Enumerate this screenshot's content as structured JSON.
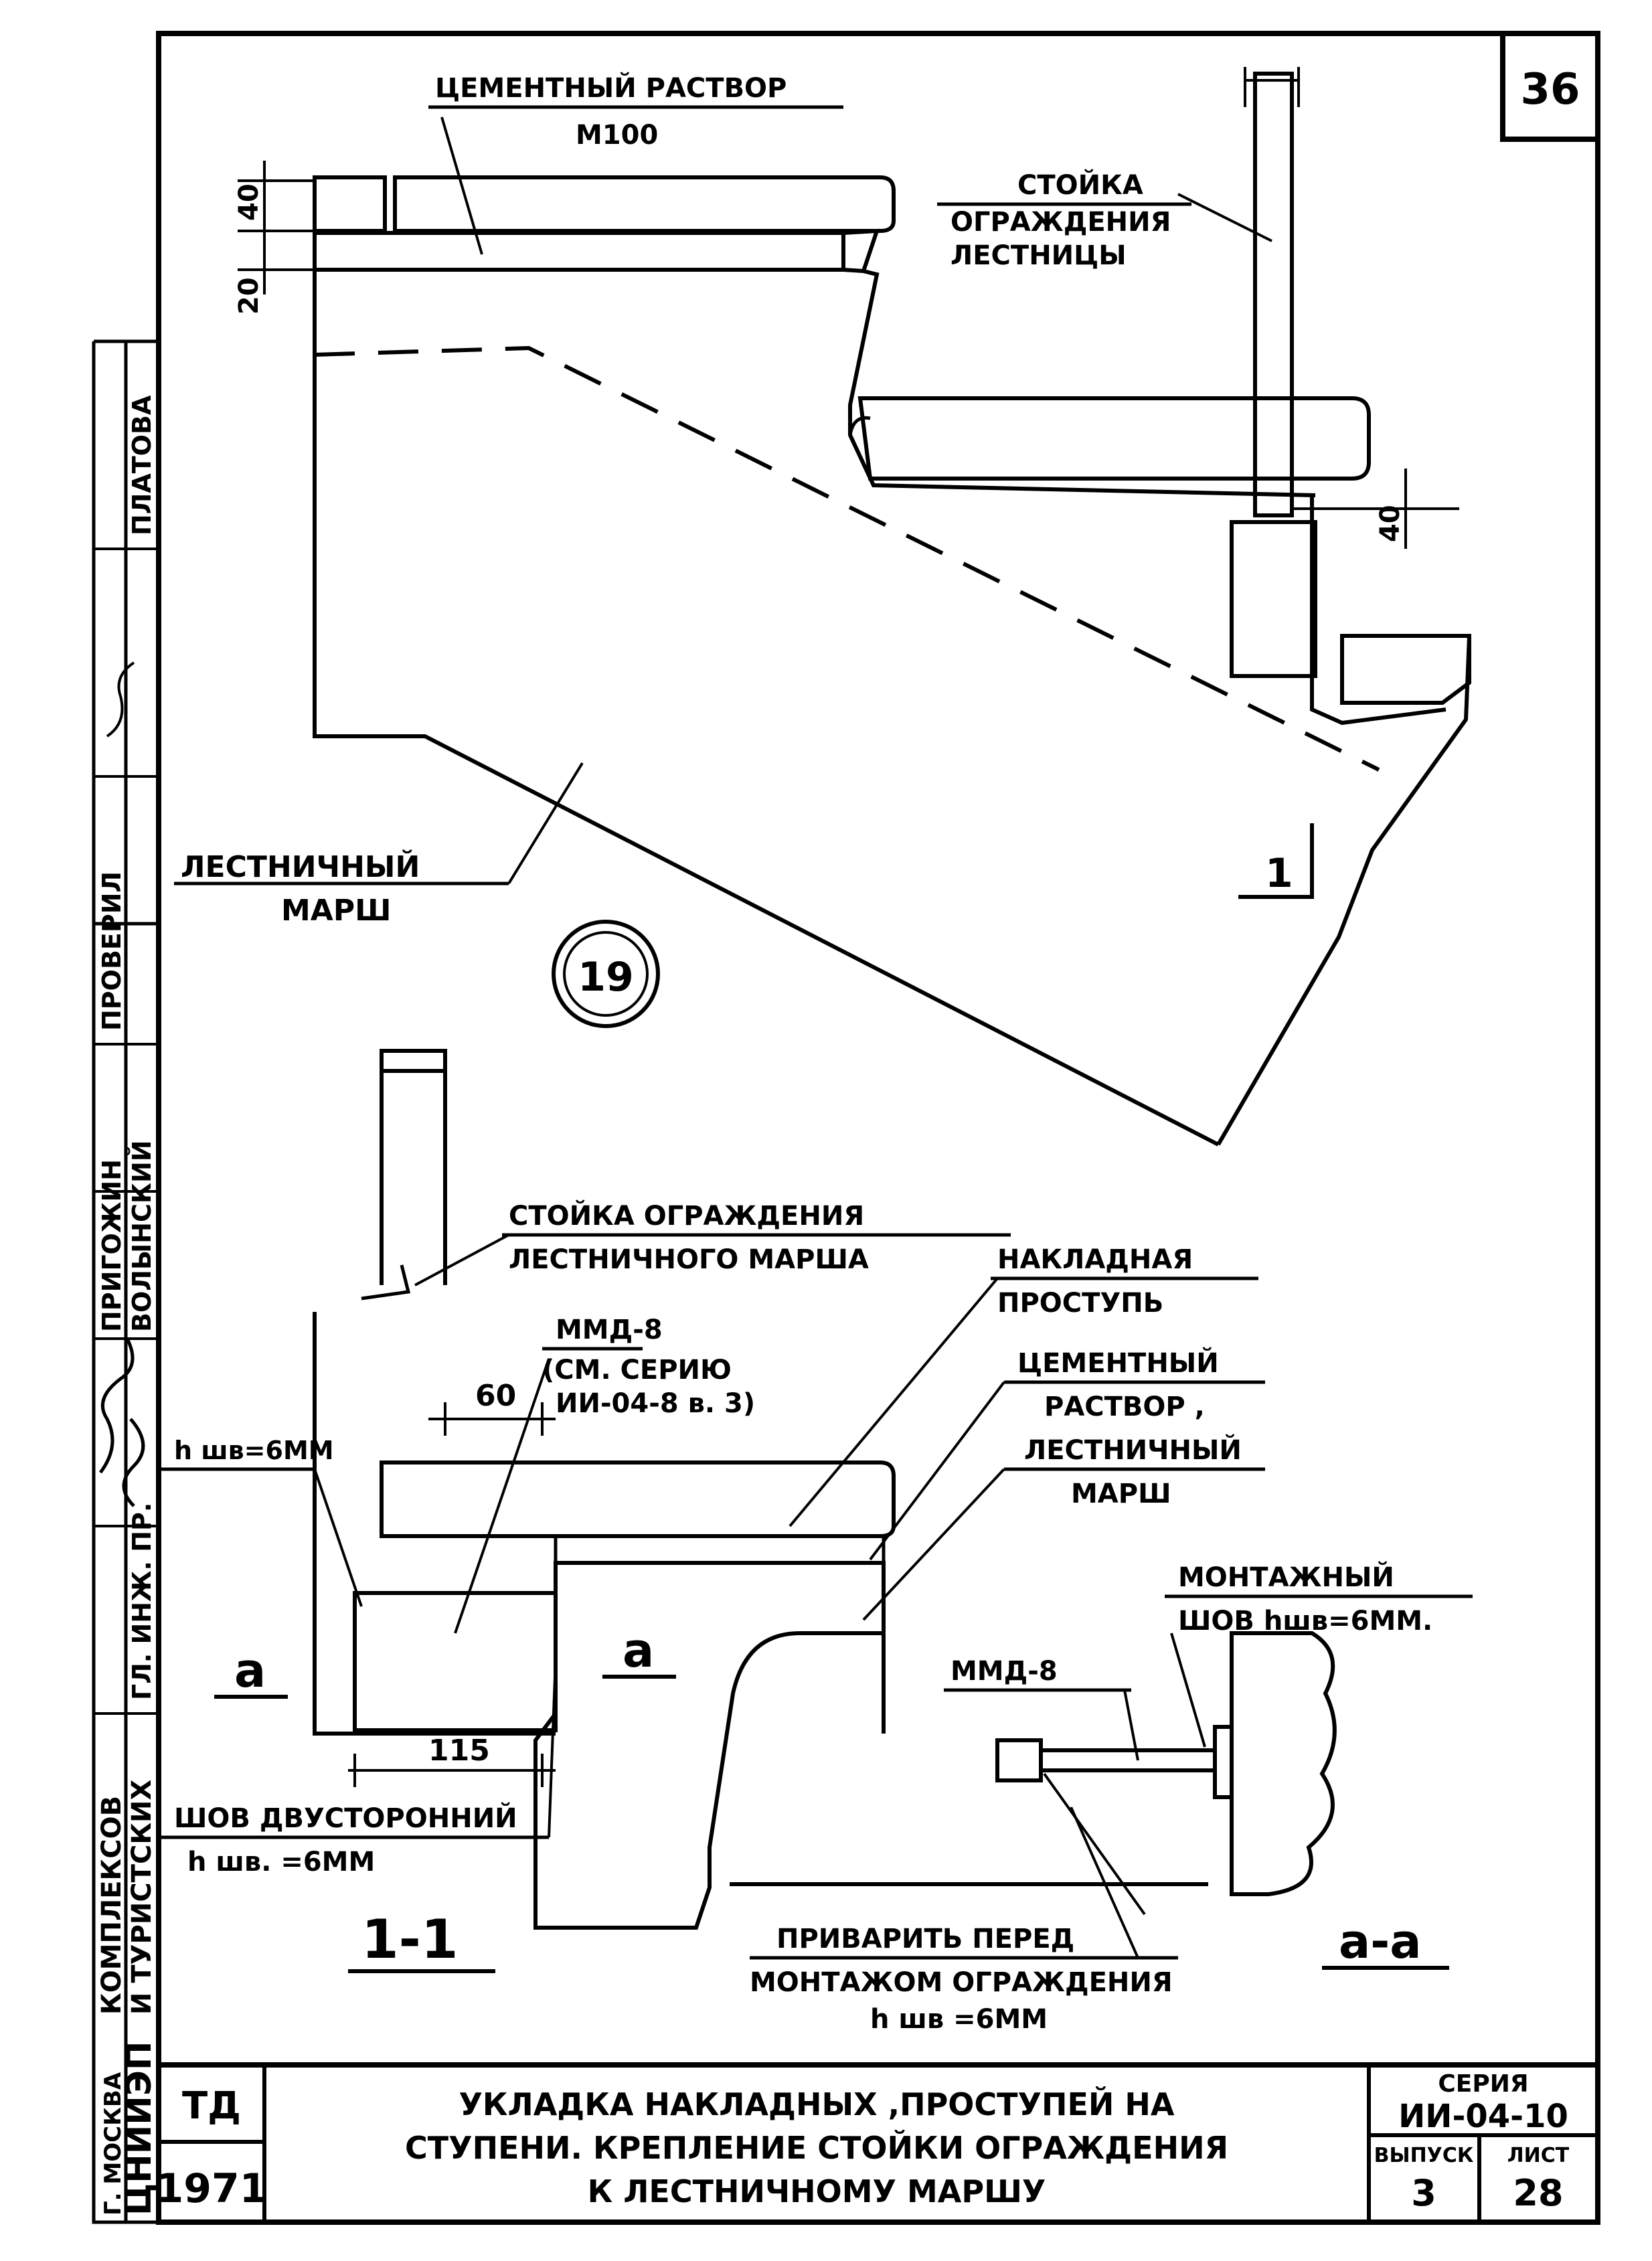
{
  "sheet_number": "36",
  "detail_number": "19",
  "upper_view": {
    "mortar_label": "ЦЕМЕНТНЫЙ РАСТВОР",
    "mortar_grade": "М100",
    "dim_40": "40",
    "dim_20": "20",
    "dim_40_right": "40",
    "railing_post_label": [
      "СТОЙКА",
      "ОГРАЖДЕНИЯ",
      "ЛЕСТНИЦЫ"
    ],
    "flight_label": [
      "ЛЕСТНИЧНЫЙ",
      "МАРШ"
    ],
    "section_mark": "1"
  },
  "section_1_1": {
    "post_label": [
      "СТОЙКА ОГРАЖДЕНИЯ",
      "ЛЕСТНИЧНОГО МАРША"
    ],
    "tread_label": [
      "НАКЛАДНАЯ",
      "ПРОСТУПЬ"
    ],
    "mortar_label": [
      "ЦЕМЕНТНЫЙ",
      "РАСТВОР ,"
    ],
    "flight_label": [
      "ЛЕСТНИЧНЫЙ",
      "МАРШ"
    ],
    "plate_label": [
      "ММД-8",
      "(СМ. СЕРИЮ",
      "ИИ-04-8 в. 3)"
    ],
    "weld_label": "h шв=6ММ",
    "dim_60": "60",
    "dim_115": "115",
    "double_weld_label": [
      "ШОВ ДВУСТОРОННИЙ",
      "h шв. =6ММ"
    ],
    "weld_before_label": [
      "ПРИВАРИТЬ ПЕРЕД",
      "МОНТАЖОМ ОГРАЖДЕНИЯ",
      "h шв =6ММ"
    ],
    "cut_mark_left": "а",
    "cut_mark_right": "а",
    "section_title": "1-1"
  },
  "section_a_a": {
    "mounting_weld_label": [
      "МОНТАЖНЫЙ",
      "ШОВ hшв=6ММ."
    ],
    "plate_label": "ММД-8",
    "section_title": "а-а"
  },
  "side_stamp": {
    "org": [
      "ЦНИИЭП",
      "И ТУРИСТСКИХ",
      "КОМПЛЕКСОВ",
      "Г. МОСКВА"
    ],
    "roles": [
      "ГЛ. ИНЖ. ПР.",
      "ПРИГОЖИН",
      "ВОЛЫНСКИЙ",
      "ПРОВЕРИЛ",
      "ПЛАТОВА"
    ]
  },
  "title_block": {
    "code": "ТД",
    "year": "1971",
    "title_lines": [
      "УКЛАДКА НАКЛАДНЫХ ,ПРОСТУПЕЙ НА",
      "СТУПЕНИ. КРЕПЛЕНИЕ СТОЙКИ ОГРАЖДЕНИЯ",
      "К ЛЕСТНИЧНОМУ МАРШУ"
    ],
    "series_label": "СЕРИЯ",
    "series_value": "ИИ-04-10",
    "issue_label": "ВЫПУСК",
    "issue_value": "3",
    "sheet_label": "ЛИСТ",
    "sheet_value": "28"
  }
}
